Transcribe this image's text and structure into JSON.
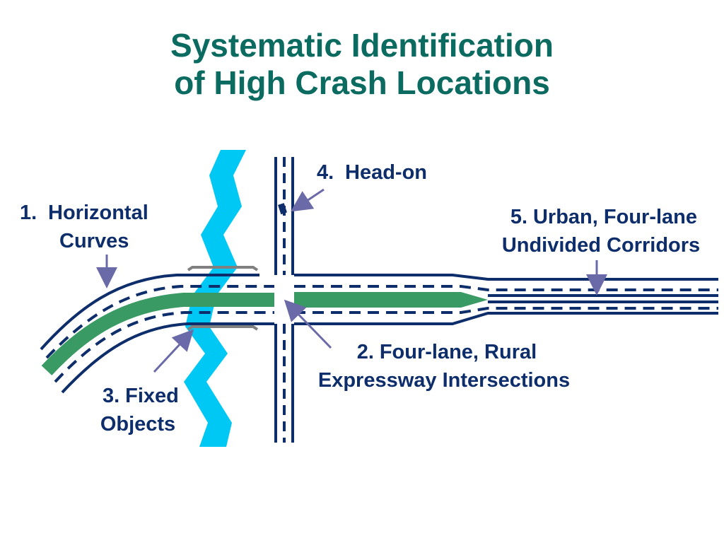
{
  "title": {
    "line1": "Systematic Identification",
    "line2": "of High Crash Locations"
  },
  "labels": {
    "horizontal_curves": {
      "number": "1.",
      "line1": "Horizontal",
      "line2": "Curves"
    },
    "intersections": {
      "number": "2.",
      "line1": "Four-lane, Rural",
      "line2": "Expressway Intersections"
    },
    "fixed_objects": {
      "number": "3.",
      "line1": "Fixed",
      "line2": "Objects"
    },
    "head_on": {
      "number": "4.",
      "line1": "Head-on"
    },
    "urban_corridors": {
      "number": "5.",
      "line1": "Urban, Four-lane",
      "line2": "Undivided Corridors"
    }
  },
  "colors": {
    "title": "#0b6b61",
    "label_text": "#0d2d6b",
    "road_line": "#0d2d6b",
    "median": "#3a9a64",
    "river": "#00c8f5",
    "arrow": "#6a6aa8",
    "guardrail": "#808080"
  }
}
